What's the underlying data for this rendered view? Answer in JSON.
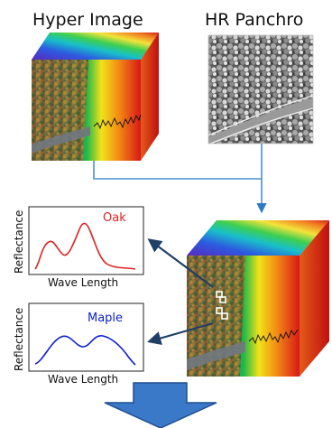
{
  "labels": {
    "hyper_image": "Hyper Image",
    "hr_panchro": "HR Panchro"
  },
  "plots": {
    "oak": {
      "series_name": "Oak",
      "ylabel": "Reflectance",
      "xlabel": "Wave Length",
      "color": "#e02020"
    },
    "maple": {
      "series_name": "Maple",
      "ylabel": "Reflectance",
      "xlabel": "Wave Length",
      "color": "#1020d0"
    }
  },
  "colors": {
    "connector_line": "#4a90d0",
    "pointer_arrow": "#1f3f66",
    "down_arrow": "#3a78c8",
    "down_arrow_border": "#1f4f8f"
  }
}
